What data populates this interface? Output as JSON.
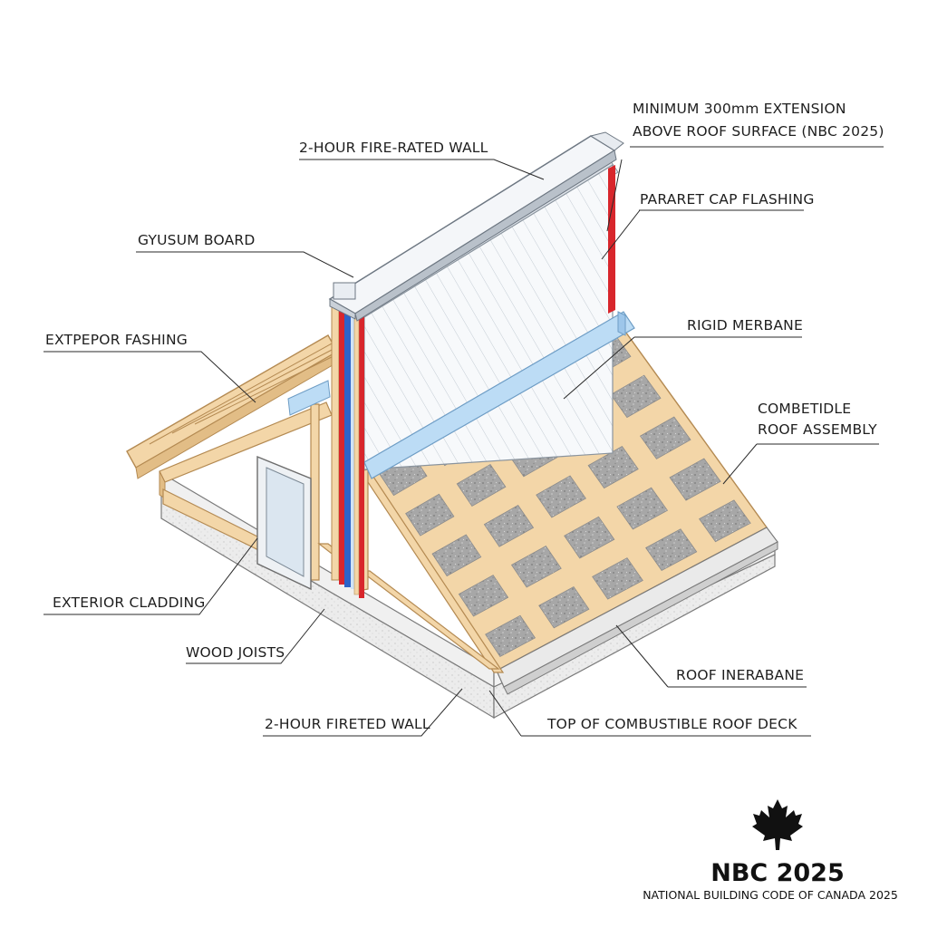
{
  "labels": {
    "fire_wall_top": "2-HOUR FIRE-RATED WALL",
    "extension_line1": "MINIMUM 300mm EXTENSION",
    "extension_line2": "ABOVE ROOF SURFACE (NBC 2025)",
    "parapet_cap": "PARARET CAP FLASHING",
    "gypsum_board": "GYUSUM BOARD",
    "exterior_flashing": "EXTPEPOR FASHING",
    "rigid_membrane": "RIGID MERBANE",
    "combustible_line1": "COMBETIDLE",
    "combustible_line2": "ROOF ASSEMBLY",
    "exterior_cladding": "EXTERIOR CLADDING",
    "wood_joists": "WOOD JOISTS",
    "roof_membrane": "ROOF INERABANE",
    "fire_wall_bottom": "2-HOUR FIRETED WALL",
    "roof_deck": "TOP OF COMBUSTIBLE ROOF DECK"
  },
  "brand": {
    "title": "NBC 2025",
    "subtitle": "NATIONAL BUILDING CODE OF CANADA 2025",
    "logo": "maple-leaf-icon"
  },
  "colors": {
    "timber": "#f3d6a8",
    "timber_edge": "#b48a52",
    "insulation": "#a9a9a9",
    "wall_face": "#f6f9fc",
    "membrane": "#bcdcf5",
    "fire_red": "#d8262c",
    "fire_blue": "#2d63c8",
    "foundation": "#e9e9e9"
  }
}
